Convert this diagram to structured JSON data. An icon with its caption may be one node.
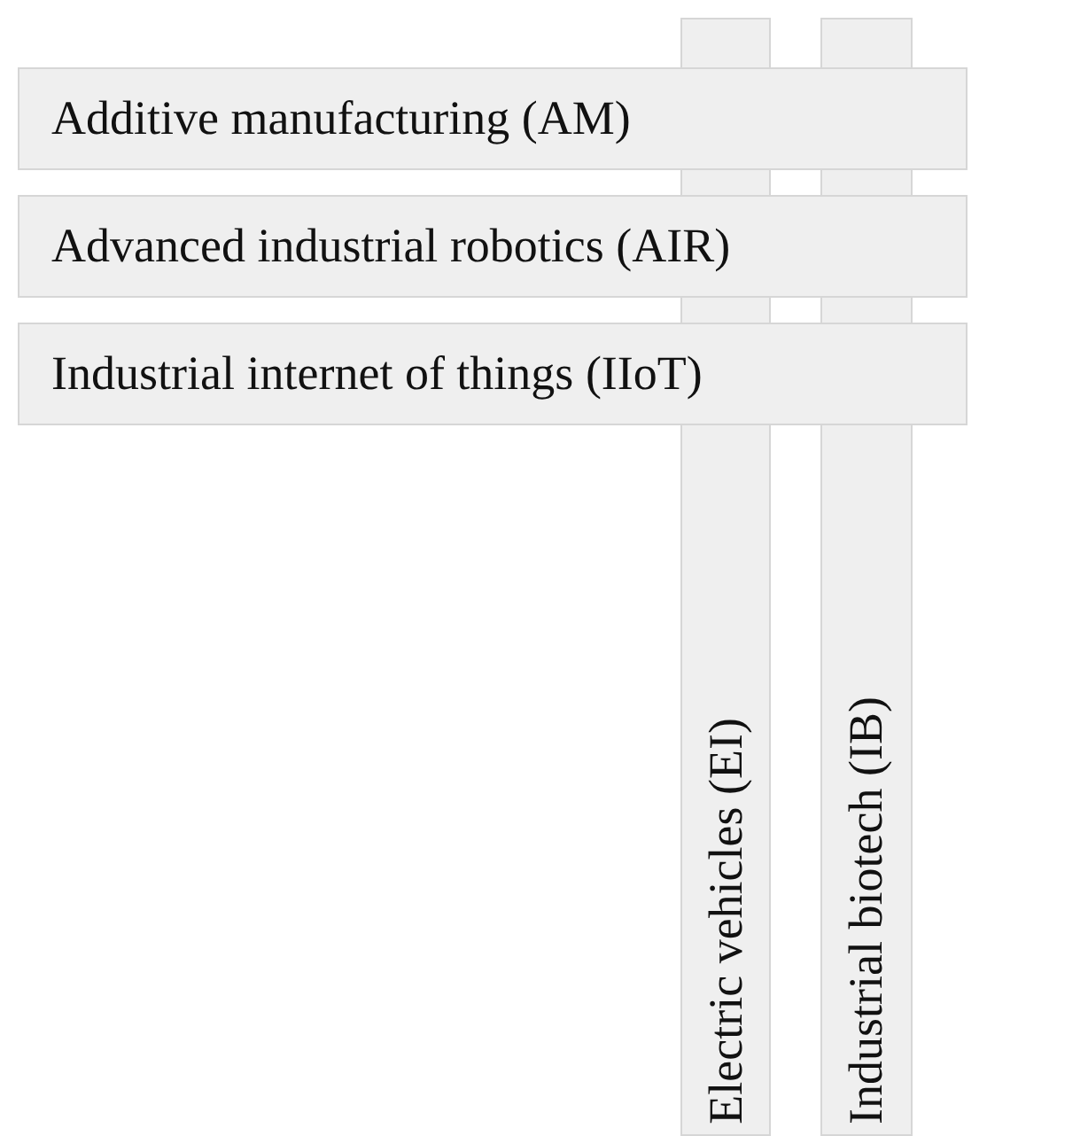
{
  "diagram": {
    "nodes": [
      {
        "text": [
          "Additive manufacturing (AM)"
        ]
      },
      {
        "text": [
          "Advanced industrial robotics (AIR)"
        ]
      },
      {
        "text": [
          "Industrial internet of things (IIoT)"
        ]
      },
      {
        "text": [
          "Electric vehicles (EI)"
        ]
      },
      {
        "text": [
          "Industrial biotech (IB)"
        ]
      }
    ]
  }
}
